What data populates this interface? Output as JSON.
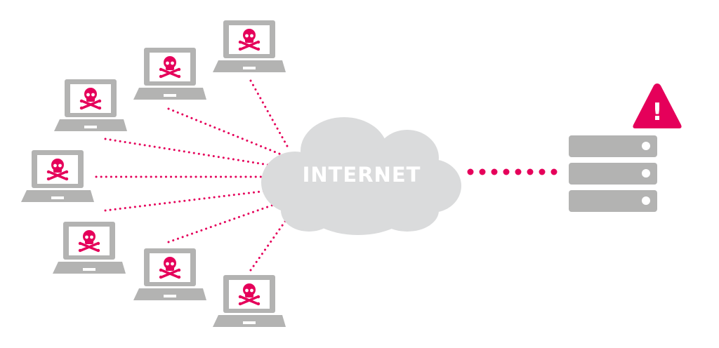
{
  "cloud": {
    "label": "INTERNET"
  },
  "alert": {
    "symbol": "!"
  },
  "colors": {
    "accent": "#e5005a",
    "device": "#b3b3b2",
    "cloud": "#dadbdc"
  },
  "bots": {
    "count": 7,
    "icon": "skull-crossbones-icon"
  },
  "server": {
    "units": 3
  }
}
